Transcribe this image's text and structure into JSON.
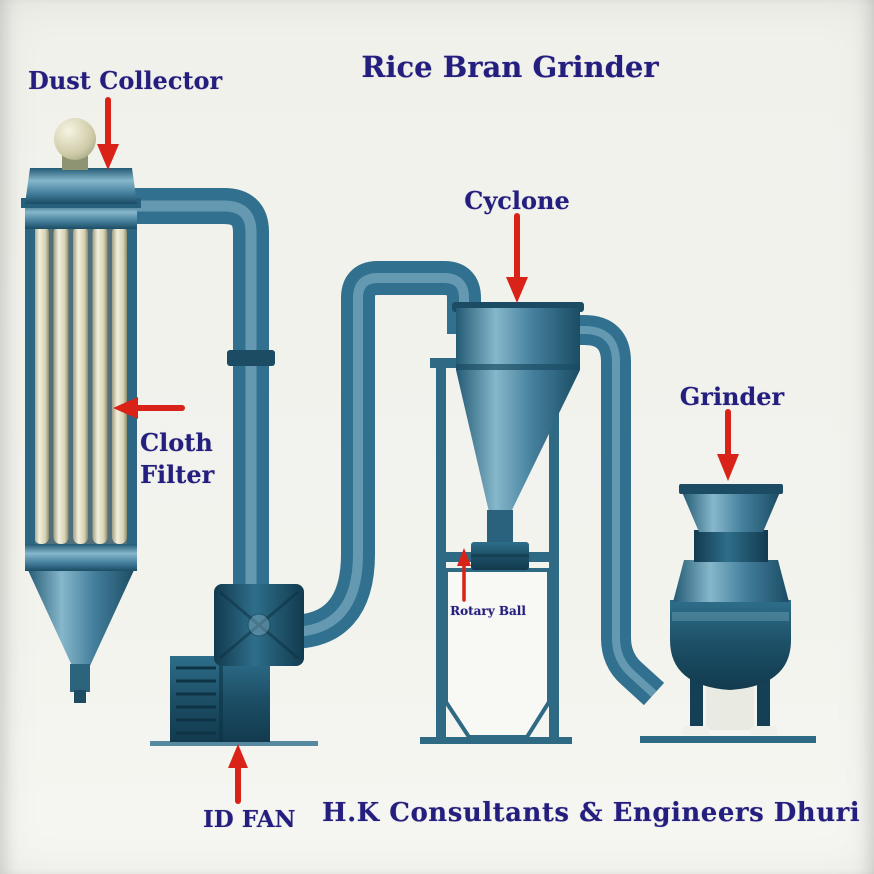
{
  "diagram": {
    "title": "Rice Bran Grinder",
    "footer": "H.K Consultants & Engineers Dhuri",
    "labels": {
      "dust_collector": "Dust Collector",
      "cyclone": "Cyclone",
      "grinder": "Grinder",
      "cloth_filter_line1": "Cloth",
      "cloth_filter_line2": "Filter",
      "rotary_ball": "Rotary Ball",
      "id_fan": "ID FAN"
    },
    "equipment": [
      "dust-collector",
      "cloth-filter",
      "id-fan",
      "cyclone",
      "rotary-ball-valve",
      "grinder"
    ]
  },
  "colors": {
    "label-navy": "#241e7e",
    "arrow-red": "#d92318",
    "teal-main": "#31708e",
    "teal-dark": "#1b4c64",
    "teal-light": "#8fbccd",
    "bg": "#f3f3ee"
  }
}
